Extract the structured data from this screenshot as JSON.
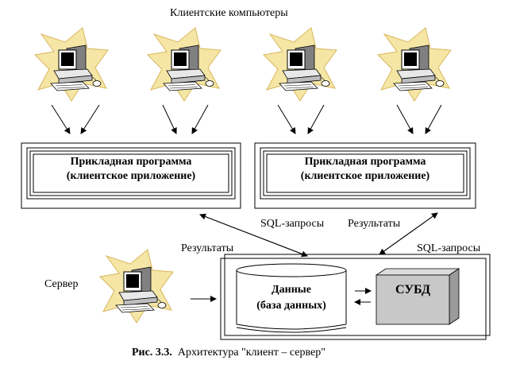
{
  "header": {
    "clients_label": "Клиентские компьютеры"
  },
  "apps": [
    {
      "line1": "Прикладная программа",
      "line2": "(клиентское приложение)"
    },
    {
      "line1": "Прикладная программа",
      "line2": "(клиентское приложение)"
    }
  ],
  "links": {
    "sql_left": "SQL-запросы",
    "results_right": "Результаты",
    "results_left": "Результаты",
    "sql_right": "SQL-запросы"
  },
  "server": {
    "label": "Сервер",
    "db_line1": "Данные",
    "db_line2": "(база данных)",
    "dbms_label": "СУБД"
  },
  "caption": {
    "number": "Рис. 3.3.",
    "title": "Архитектура \"клиент – сервер\""
  },
  "icons": [
    "computer-icon"
  ],
  "colors": {
    "sun_fill": "#f5e6a6",
    "sun_stroke": "#d9b65a",
    "dbms_fill": "#c8c8c8"
  }
}
